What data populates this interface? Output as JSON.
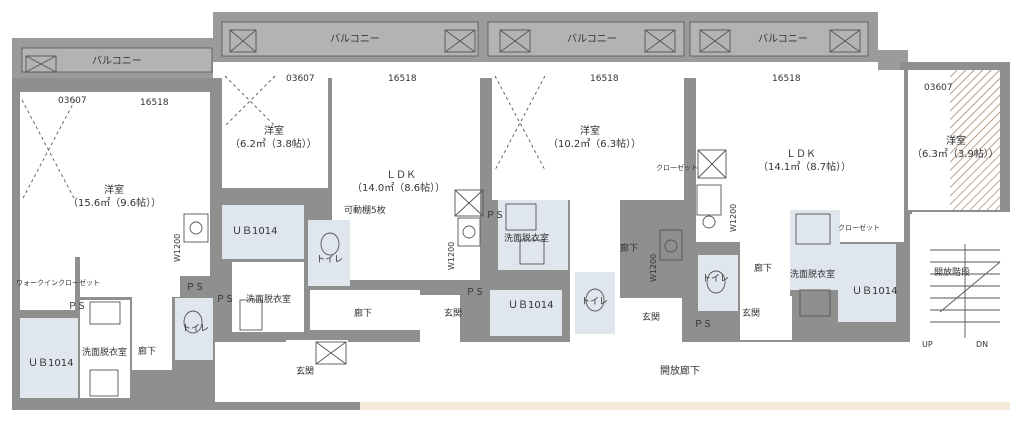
{
  "labels": {
    "balcony": "バルコニー",
    "sash_small": "03607",
    "sash_large": "16518",
    "western_1": "洋室",
    "western_1_area": "（15.6㎡（9.6帖））",
    "western_2": "洋室",
    "western_2_area": "（6.2㎡（3.8帖））",
    "western_3": "洋室",
    "western_3_area": "（10.2㎡（6.3帖））",
    "western_4": "洋室",
    "western_4_area": "（6.3㎡（3.9帖））",
    "ldk": "ＬＤＫ",
    "ldk_1_area": "（14.0㎡（8.6帖））",
    "ldk_2_area": "（14.1㎡（8.7帖））",
    "ub": "ＵＢ1014",
    "washroom": "洗面脱衣室",
    "toilet": "トイレ",
    "hallway": "廊下",
    "entrance": "玄関",
    "closet": "クローゼット",
    "walkin_closet": "ウォークインクローゼット",
    "ps": "ＰＳ",
    "w1200": "W1200",
    "movable_shelf": "可動棚5枚",
    "open_corridor": "開放廊下",
    "open_stairs": "開放階段",
    "up": "UP",
    "dn": "DN"
  },
  "colors": {
    "wall": "#8f8f8f",
    "wall_dark": "#6e6e6e",
    "wet_area": "#dfe6ee",
    "line": "#555555",
    "hatch": "#9a7f6a"
  }
}
